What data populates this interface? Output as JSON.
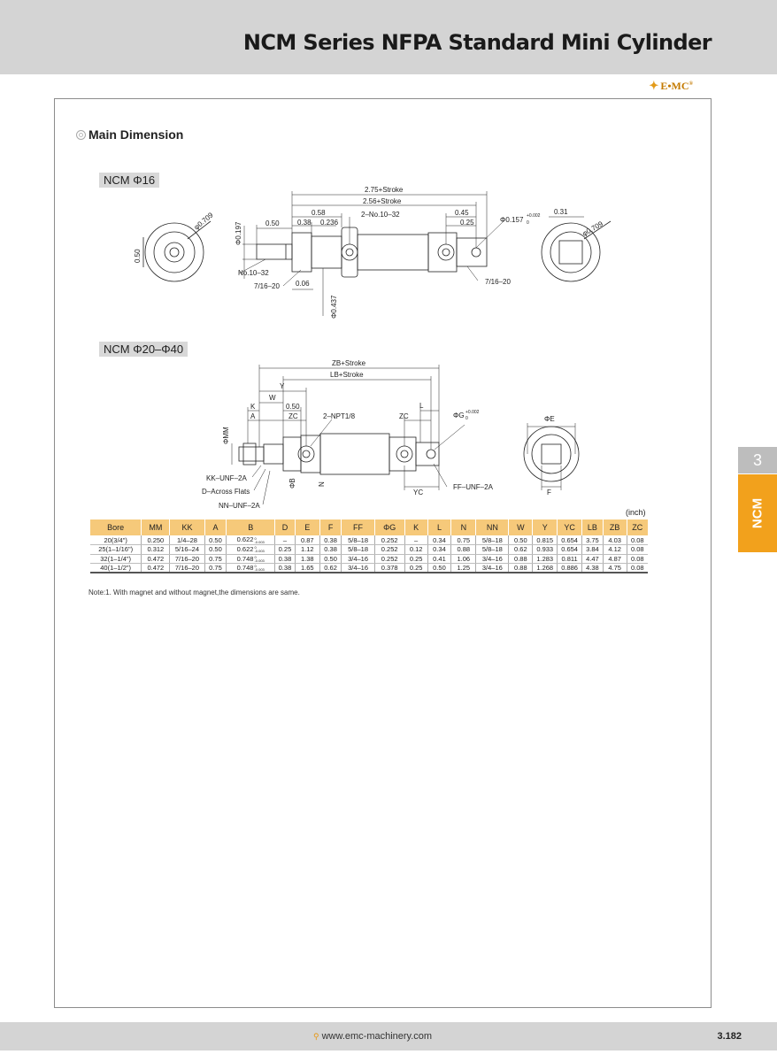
{
  "header": {
    "title": "NCM Series NFPA Standard  Mini Cylinder",
    "brand": "E•MC",
    "brand_reg": "®"
  },
  "section": {
    "title": "Main Dimension"
  },
  "models": [
    "NCM Φ16",
    "NCM Φ20–Φ40"
  ],
  "drawing_16": {
    "total_length": "2.75+Stroke",
    "body_length": "2.56+Stroke",
    "d058": "0.58",
    "d050": "0.50",
    "d038": "0.38",
    "d0236": "0.236",
    "port": "2–No.10–32",
    "d045": "0.45",
    "d025": "0.25",
    "phi0157": "Φ0.157",
    "phi0157_tol": "+0.002",
    "phi0157_tol_low": "0",
    "d031": "0.31",
    "phi0709_left": "φ0.709",
    "phi0709_right": "φ0.709",
    "d050_left": "0.50",
    "phi0197": "Φ0.197",
    "rod_thread": "No.10–32",
    "nut_thread": "7/16–20",
    "d006": "0.06",
    "phi0437": "Φ0.437",
    "rear_thread": "7/16–20"
  },
  "drawing_40": {
    "zb": "ZB+Stroke",
    "lb": "LB+Stroke",
    "y": "Y",
    "w": "W",
    "k": "K",
    "d050": "0.50",
    "a": "A",
    "zc1": "ZC",
    "port": "2–NPT1/8",
    "zc2": "ZC",
    "l": "L",
    "phig": "ΦG",
    "phig_tol": "+0.002",
    "phig_tol_low": "0",
    "phie": "ΦE",
    "phimm": "ΦMM",
    "phib": "ΦB",
    "n": "N",
    "yc": "YC",
    "f": "F",
    "kk": "KK–UNF–2A",
    "d_flats": "D–Across Flats",
    "nn": "NN–UNF–2A",
    "ff": "FF–UNF–2A"
  },
  "table": {
    "unit": "(inch)",
    "headers": [
      "Bore",
      "MM",
      "KK",
      "A",
      "B",
      "D",
      "E",
      "F",
      "FF",
      "ΦG",
      "K",
      "L",
      "N",
      "NN",
      "W",
      "Y",
      "YC",
      "LB",
      "ZB",
      "ZC"
    ],
    "b_tol_high": "0",
    "b_tol_low": "-0.003",
    "rows": [
      [
        "20(3/4\")",
        "0.250",
        "1/4–28",
        "0.50",
        "0.622",
        "–",
        "0.87",
        "0.38",
        "5/8–18",
        "0.252",
        "–",
        "0.34",
        "0.75",
        "5/8–18",
        "0.50",
        "0.815",
        "0.654",
        "3.75",
        "4.03",
        "0.08"
      ],
      [
        "25(1–1/16\")",
        "0.312",
        "5/16–24",
        "0.50",
        "0.622",
        "0.25",
        "1.12",
        "0.38",
        "5/8–18",
        "0.252",
        "0.12",
        "0.34",
        "0.88",
        "5/8–18",
        "0.62",
        "0.933",
        "0.654",
        "3.84",
        "4.12",
        "0.08"
      ],
      [
        "32(1–1/4\")",
        "0.472",
        "7/16–20",
        "0.75",
        "0.748",
        "0.38",
        "1.38",
        "0.50",
        "3/4–16",
        "0.252",
        "0.25",
        "0.41",
        "1.06",
        "3/4–16",
        "0.88",
        "1.283",
        "0.811",
        "4.47",
        "4.87",
        "0.08"
      ],
      [
        "40(1–1/2\")",
        "0.472",
        "7/16–20",
        "0.75",
        "0.748",
        "0.38",
        "1.65",
        "0.62",
        "3/4–16",
        "0.378",
        "0.25",
        "0.50",
        "1.25",
        "3/4–16",
        "0.88",
        "1.268",
        "0.886",
        "4.38",
        "4.75",
        "0.08"
      ]
    ]
  },
  "note": "Note:1. With magnet and without magnet,the dimensions are same.",
  "side": {
    "chapter_number": "3",
    "label": "NCM"
  },
  "footer": {
    "url": "www.emc-machinery.com",
    "page_number": "3.182"
  },
  "colors": {
    "accent": "#f2a11c",
    "table_header": "#f6c97a",
    "band": "#d4d4d4"
  }
}
